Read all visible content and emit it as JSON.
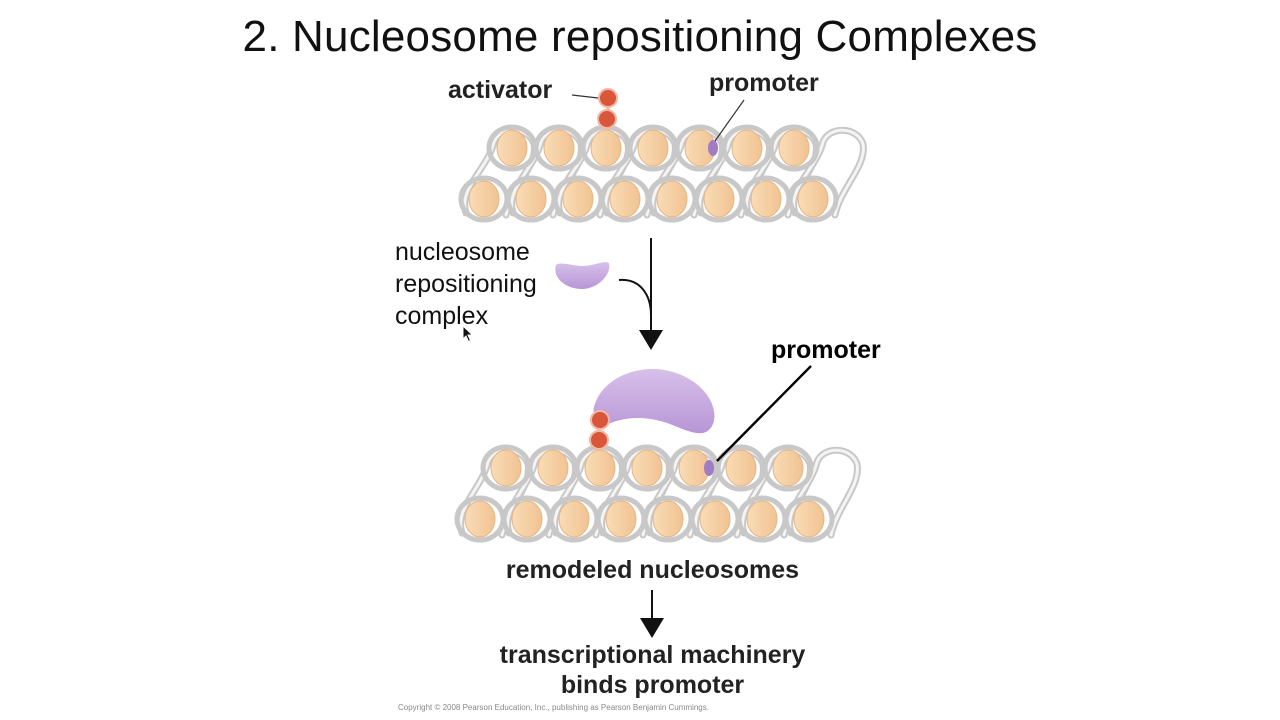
{
  "slide": {
    "title": "2. Nucleosome repositioning Complexes"
  },
  "labels": {
    "activator": "activator",
    "promoter_top": "promoter",
    "complex_line1": "nucleosome",
    "complex_line2": "repositioning",
    "complex_line3": "complex",
    "promoter_bottom": "promoter",
    "remodeled": "remodeled nucleosomes",
    "machinery_line1": "transcriptional machinery",
    "machinery_line2": "binds promoter",
    "copyright": "Copyright © 2008 Pearson Education, Inc., publishing as Pearson Benjamin Cummings."
  },
  "colors": {
    "nucleosome_fill": "#f7d3a8",
    "dna_gray": "#c8c8c8",
    "activator_red": "#d9563a",
    "complex_purple": "#c4a7dc",
    "promoter_purple": "#a07cc4"
  }
}
